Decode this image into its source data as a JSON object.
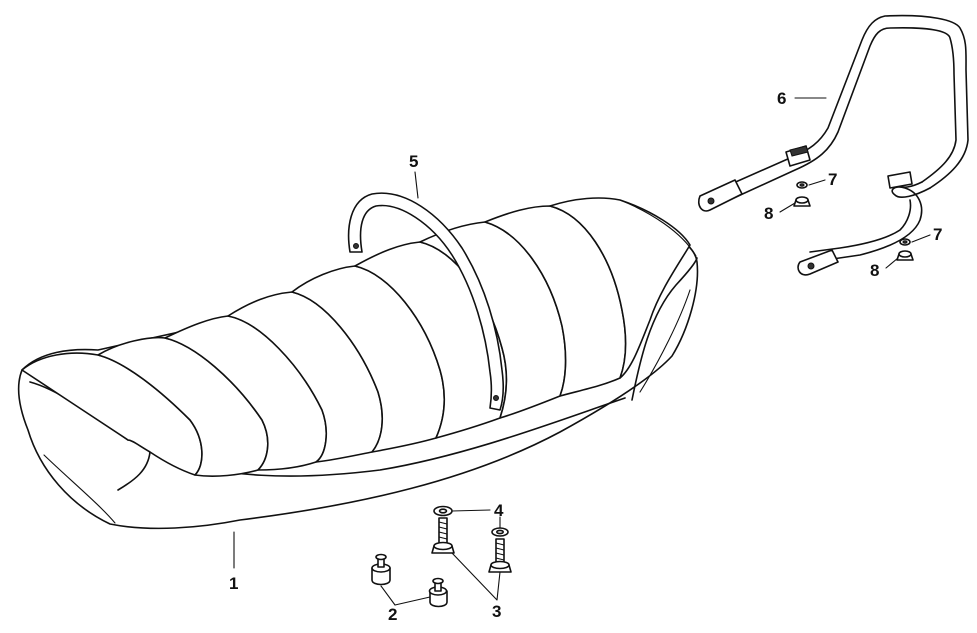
{
  "callouts": [
    {
      "id": "1",
      "label": "1"
    },
    {
      "id": "2",
      "label": "2"
    },
    {
      "id": "3",
      "label": "3"
    },
    {
      "id": "4",
      "label": "4"
    },
    {
      "id": "5",
      "label": "5"
    },
    {
      "id": "6",
      "label": "6"
    },
    {
      "id": "7a",
      "label": "7"
    },
    {
      "id": "8a",
      "label": "8"
    },
    {
      "id": "7b",
      "label": "7"
    },
    {
      "id": "8b",
      "label": "8"
    }
  ]
}
